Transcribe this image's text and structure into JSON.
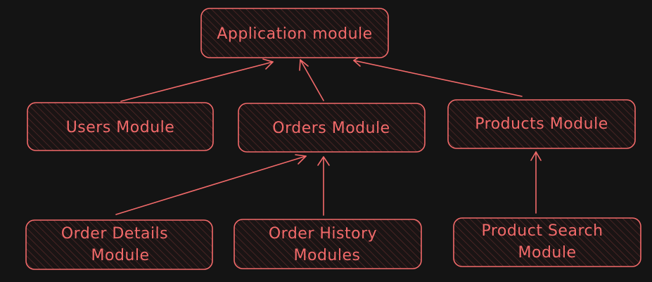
{
  "colors": {
    "background": "#141414",
    "accent": "#f26a6a"
  },
  "nodes": {
    "application": {
      "label": "Application module"
    },
    "users": {
      "label": "Users Module"
    },
    "orders": {
      "label": "Orders Module"
    },
    "products": {
      "label": "Products Module"
    },
    "order_details": {
      "line1": "Order Details",
      "line2": "Module"
    },
    "order_history": {
      "line1": "Order History",
      "line2": "Modules"
    },
    "product_search": {
      "line1": "Product Search",
      "line2": "Module"
    }
  },
  "edges": [
    {
      "from": "users",
      "to": "application"
    },
    {
      "from": "orders",
      "to": "application"
    },
    {
      "from": "products",
      "to": "application"
    },
    {
      "from": "order_details",
      "to": "orders"
    },
    {
      "from": "order_history",
      "to": "orders"
    },
    {
      "from": "product_search",
      "to": "products"
    }
  ]
}
